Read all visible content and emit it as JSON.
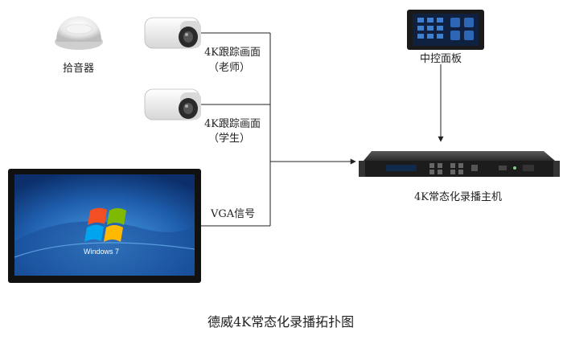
{
  "nodes": {
    "mic": {
      "label": "拾音器"
    },
    "camera_teacher": {
      "label_line1": "4K跟踪画面",
      "label_line2": "（老师）"
    },
    "camera_student": {
      "label_line1": "4K跟踪画面",
      "label_line2": "（学生）"
    },
    "display": {
      "label": "VGA信号",
      "screen_text": "Windows 7"
    },
    "control_panel": {
      "label": "中控面板"
    },
    "recorder": {
      "label": "4K常态化录播主机"
    }
  },
  "caption": "德威4K常态化录播拓扑图",
  "colors": {
    "line": "#222222",
    "screen_blue": "#1f5fae",
    "device_dark": "#1c1c1c"
  }
}
